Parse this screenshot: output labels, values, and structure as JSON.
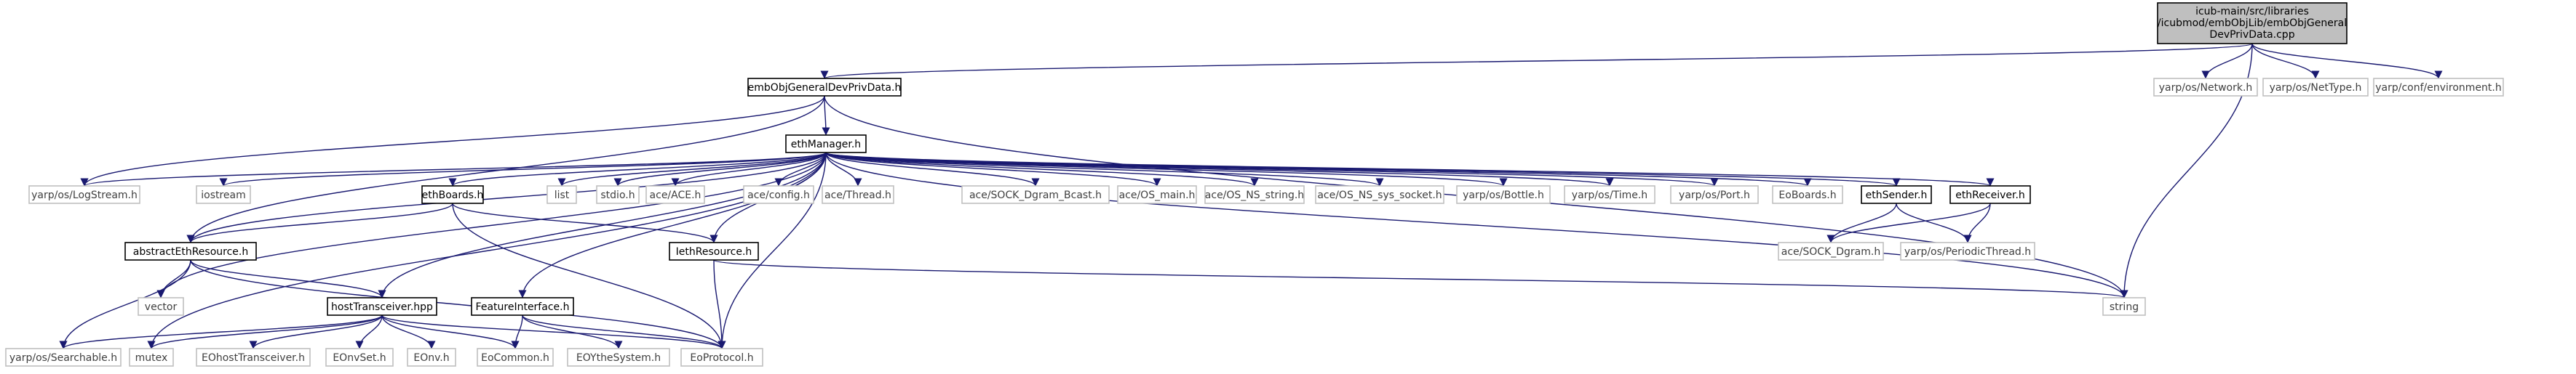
{
  "graph": {
    "root": {
      "lines": [
        "icub-main/src/libraries",
        "/icubmod/embObjLib/embObjGeneral",
        "DevPrivData.cpp"
      ]
    },
    "nodes": {
      "embObjGeneralDevPrivData": {
        "label": "embObjGeneralDevPrivData.h",
        "kind": "project"
      },
      "yarp_Network": {
        "label": "yarp/os/Network.h",
        "kind": "external"
      },
      "yarp_NetType": {
        "label": "yarp/os/NetType.h",
        "kind": "external"
      },
      "yarp_environment": {
        "label": "yarp/conf/environment.h",
        "kind": "external"
      },
      "ethManager": {
        "label": "ethManager.h",
        "kind": "project"
      },
      "yarp_LogStream": {
        "label": "yarp/os/LogStream.h",
        "kind": "external"
      },
      "iostream": {
        "label": "iostream",
        "kind": "external"
      },
      "ethBoards": {
        "label": "ethBoards.h",
        "kind": "project"
      },
      "list": {
        "label": "list",
        "kind": "external"
      },
      "stdio": {
        "label": "stdio.h",
        "kind": "external"
      },
      "ace_ACE": {
        "label": "ace/ACE.h",
        "kind": "external"
      },
      "ace_config": {
        "label": "ace/config.h",
        "kind": "external"
      },
      "ace_Thread": {
        "label": "ace/Thread.h",
        "kind": "external"
      },
      "ace_SOCK_Dgram_Bcast": {
        "label": "ace/SOCK_Dgram_Bcast.h",
        "kind": "external"
      },
      "ace_OS_main": {
        "label": "ace/OS_main.h",
        "kind": "external"
      },
      "ace_OS_NS_string": {
        "label": "ace/OS_NS_string.h",
        "kind": "external"
      },
      "ace_OS_NS_sys_socket": {
        "label": "ace/OS_NS_sys_socket.h",
        "kind": "external"
      },
      "yarp_Bottle": {
        "label": "yarp/os/Bottle.h",
        "kind": "external"
      },
      "yarp_Time": {
        "label": "yarp/os/Time.h",
        "kind": "external"
      },
      "yarp_Port": {
        "label": "yarp/os/Port.h",
        "kind": "external"
      },
      "EoBoards": {
        "label": "EoBoards.h",
        "kind": "external"
      },
      "ethSender": {
        "label": "ethSender.h",
        "kind": "project"
      },
      "ethReceiver": {
        "label": "ethReceiver.h",
        "kind": "project"
      },
      "abstractEthResource": {
        "label": "abstractEthResource.h",
        "kind": "project"
      },
      "IethResource": {
        "label": "IethResource.h",
        "kind": "project"
      },
      "ace_SOCK_Dgram": {
        "label": "ace/SOCK_Dgram.h",
        "kind": "external"
      },
      "yarp_PeriodicThread": {
        "label": "yarp/os/PeriodicThread.h",
        "kind": "external"
      },
      "vector": {
        "label": "vector",
        "kind": "external"
      },
      "string": {
        "label": "string",
        "kind": "external"
      },
      "hostTransceiver": {
        "label": "hostTransceiver.hpp",
        "kind": "project"
      },
      "FeatureInterface": {
        "label": "FeatureInterface.h",
        "kind": "project"
      },
      "yarp_Searchable": {
        "label": "yarp/os/Searchable.h",
        "kind": "external"
      },
      "mutex": {
        "label": "mutex",
        "kind": "external"
      },
      "EOhostTransceiver": {
        "label": "EOhostTransceiver.h",
        "kind": "external"
      },
      "EOnvSet": {
        "label": "EOnvSet.h",
        "kind": "external"
      },
      "EOnv": {
        "label": "EOnv.h",
        "kind": "external"
      },
      "EoCommon": {
        "label": "EoCommon.h",
        "kind": "external"
      },
      "EOYtheSystem": {
        "label": "EOYtheSystem.h",
        "kind": "external"
      },
      "EoProtocol": {
        "label": "EoProtocol.h",
        "kind": "external"
      }
    },
    "edges": [
      [
        "root",
        "embObjGeneralDevPrivData"
      ],
      [
        "root",
        "yarp_Network"
      ],
      [
        "root",
        "yarp_NetType"
      ],
      [
        "root",
        "yarp_environment"
      ],
      [
        "root",
        "string"
      ],
      [
        "embObjGeneralDevPrivData",
        "ethManager"
      ],
      [
        "embObjGeneralDevPrivData",
        "yarp_LogStream"
      ],
      [
        "embObjGeneralDevPrivData",
        "abstractEthResource"
      ],
      [
        "embObjGeneralDevPrivData",
        "string"
      ],
      [
        "ethManager",
        "yarp_LogStream"
      ],
      [
        "ethManager",
        "iostream"
      ],
      [
        "ethManager",
        "ethBoards"
      ],
      [
        "ethManager",
        "list"
      ],
      [
        "ethManager",
        "stdio"
      ],
      [
        "ethManager",
        "ace_ACE"
      ],
      [
        "ethManager",
        "ace_config"
      ],
      [
        "ethManager",
        "ace_Thread"
      ],
      [
        "ethManager",
        "ace_SOCK_Dgram_Bcast"
      ],
      [
        "ethManager",
        "ace_OS_main"
      ],
      [
        "ethManager",
        "ace_OS_NS_string"
      ],
      [
        "ethManager",
        "ace_OS_NS_sys_socket"
      ],
      [
        "ethManager",
        "yarp_Bottle"
      ],
      [
        "ethManager",
        "yarp_Time"
      ],
      [
        "ethManager",
        "yarp_Port"
      ],
      [
        "ethManager",
        "EoBoards"
      ],
      [
        "ethManager",
        "ethSender"
      ],
      [
        "ethManager",
        "ethReceiver"
      ],
      [
        "ethManager",
        "abstractEthResource"
      ],
      [
        "ethManager",
        "IethResource"
      ],
      [
        "ethManager",
        "vector"
      ],
      [
        "ethManager",
        "string"
      ],
      [
        "ethManager",
        "hostTransceiver"
      ],
      [
        "ethManager",
        "FeatureInterface"
      ],
      [
        "ethManager",
        "mutex"
      ],
      [
        "ethManager",
        "EoProtocol"
      ],
      [
        "ethBoards",
        "abstractEthResource"
      ],
      [
        "ethBoards",
        "IethResource"
      ],
      [
        "ethBoards",
        "EoProtocol"
      ],
      [
        "ethSender",
        "ace_SOCK_Dgram"
      ],
      [
        "ethSender",
        "yarp_PeriodicThread"
      ],
      [
        "ethReceiver",
        "ace_SOCK_Dgram"
      ],
      [
        "ethReceiver",
        "yarp_PeriodicThread"
      ],
      [
        "abstractEthResource",
        "vector"
      ],
      [
        "abstractEthResource",
        "hostTransceiver"
      ],
      [
        "abstractEthResource",
        "yarp_Searchable"
      ],
      [
        "abstractEthResource",
        "EoProtocol"
      ],
      [
        "IethResource",
        "string"
      ],
      [
        "IethResource",
        "EoProtocol"
      ],
      [
        "hostTransceiver",
        "yarp_Searchable"
      ],
      [
        "hostTransceiver",
        "mutex"
      ],
      [
        "hostTransceiver",
        "EOhostTransceiver"
      ],
      [
        "hostTransceiver",
        "EOnvSet"
      ],
      [
        "hostTransceiver",
        "EOnv"
      ],
      [
        "hostTransceiver",
        "EoCommon"
      ],
      [
        "hostTransceiver",
        "EoProtocol"
      ],
      [
        "FeatureInterface",
        "EoCommon"
      ],
      [
        "FeatureInterface",
        "EOYtheSystem"
      ],
      [
        "FeatureInterface",
        "EoProtocol"
      ]
    ],
    "colors": {
      "edge": "#191970",
      "root_fill": "#bfbfbf",
      "external_border": "#bfbfbf",
      "project_border": "#000000"
    }
  }
}
